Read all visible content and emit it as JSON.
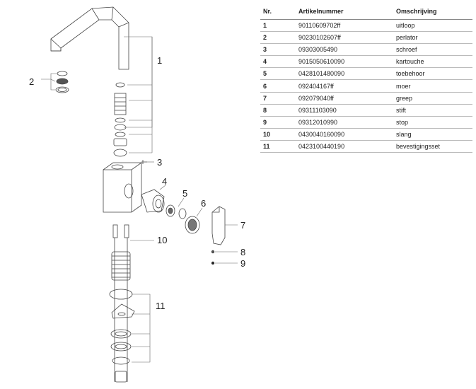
{
  "table": {
    "headers": {
      "nr": "Nr.",
      "art": "Artikelnummer",
      "desc": "Omschrijving"
    },
    "rows": [
      {
        "nr": "1",
        "art": "90110609702ff",
        "desc": "uitloop"
      },
      {
        "nr": "2",
        "art": "90230102607ff",
        "desc": "perlator"
      },
      {
        "nr": "3",
        "art": "09303005490",
        "desc": "schroef"
      },
      {
        "nr": "4",
        "art": "9015050610090",
        "desc": "kartouche"
      },
      {
        "nr": "5",
        "art": "0428101480090",
        "desc": "toebehoor"
      },
      {
        "nr": "6",
        "art": "092404167ff",
        "desc": "moer"
      },
      {
        "nr": "7",
        "art": "092079040ff",
        "desc": "greep"
      },
      {
        "nr": "8",
        "art": "09311103090",
        "desc": "stift"
      },
      {
        "nr": "9",
        "art": "09312010990",
        "desc": "stop"
      },
      {
        "nr": "10",
        "art": "0430040160090",
        "desc": "slang"
      },
      {
        "nr": "11",
        "art": "0423100440190",
        "desc": "bevestigingsset"
      }
    ]
  },
  "callouts": {
    "c1": "1",
    "c2": "2",
    "c3": "3",
    "c4": "4",
    "c5": "5",
    "c6": "6",
    "c7": "7",
    "c8": "8",
    "c9": "9",
    "c10": "10",
    "c11": "11"
  }
}
